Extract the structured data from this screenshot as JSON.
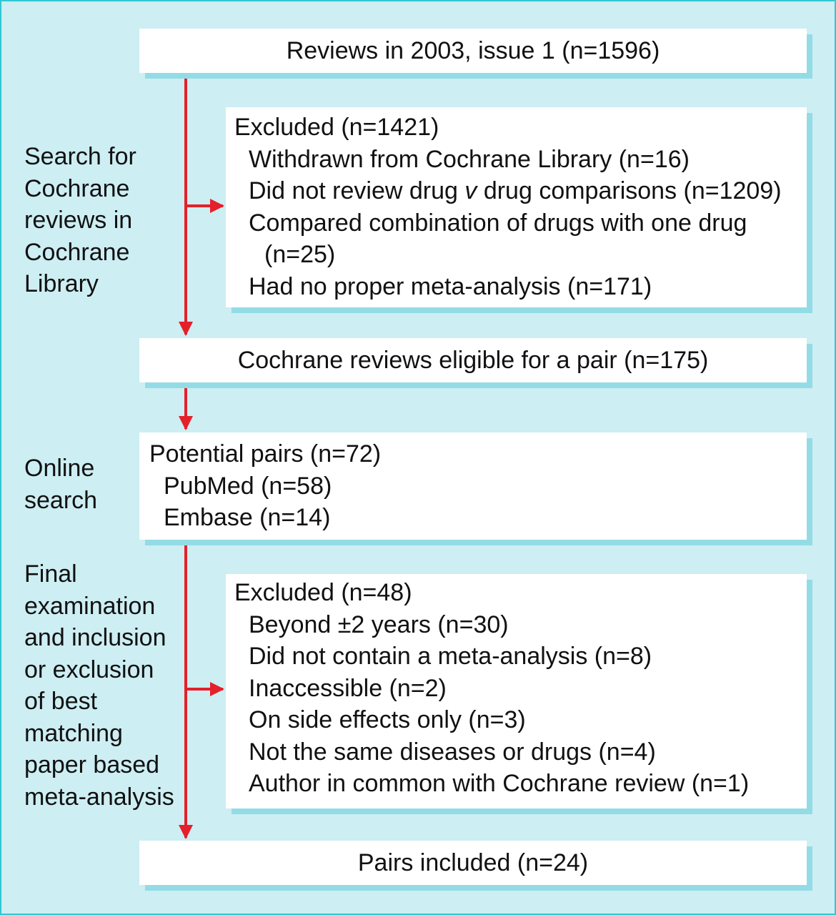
{
  "stages": {
    "search": [
      "Search for",
      "Cochrane",
      "reviews in",
      "Cochrane",
      "Library"
    ],
    "online": [
      "Online",
      "search"
    ],
    "final": [
      "Final",
      "examination",
      "and inclusion",
      "or exclusion",
      "of best",
      "matching",
      "paper based",
      "meta-analysis"
    ]
  },
  "boxes": {
    "reviews": "Reviews in 2003, issue 1 (n=1596)",
    "excluded1": {
      "title": "Excluded (n=1421)",
      "items": [
        "Withdrawn from Cochrane Library (n=16)",
        "Did not review drug",
        "v",
        "drug comparisons (n=1209)",
        "Compared combination of drugs with one drug",
        "(n=25)",
        "Had no proper meta-analysis (n=171)"
      ]
    },
    "eligible": "Cochrane reviews eligible for a pair (n=175)",
    "potential": {
      "title": "Potential pairs (n=72)",
      "items": [
        "PubMed (n=58)",
        "Embase (n=14)"
      ]
    },
    "excluded2": {
      "title": "Excluded (n=48)",
      "items": [
        "Beyond ±2 years (n=30)",
        "Did not contain a meta-analysis (n=8)",
        "Inaccessible (n=2)",
        "On side effects only (n=3)",
        "Not the same diseases or drugs (n=4)",
        "Author in common with Cochrane review (n=1)"
      ]
    },
    "included": "Pairs included (n=24)"
  },
  "colors": {
    "background": "#cdeef3",
    "border": "#33c7d3",
    "box_shadow": "#93dce6",
    "arrow": "#e4202a"
  }
}
